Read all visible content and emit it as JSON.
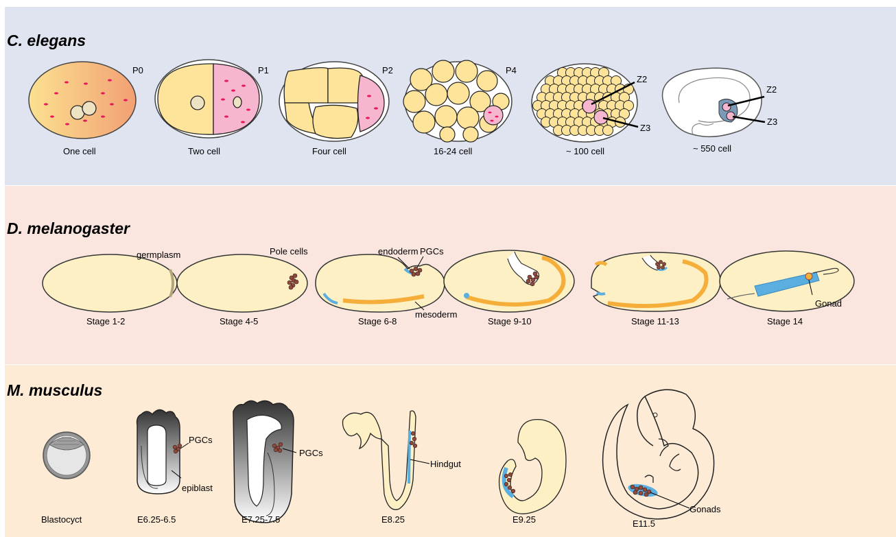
{
  "panels": {
    "celegans": {
      "title": "C. elegans",
      "stages": [
        "One cell",
        "Two cell",
        "Four cell",
        "16-24 cell",
        "~ 100 cell",
        "~ 550 cell"
      ],
      "cell_labels": [
        "P0",
        "P1",
        "P2",
        "P4",
        "Z2",
        "Z3",
        "Z2",
        "Z3"
      ]
    },
    "dmel": {
      "title": "D. melanogaster",
      "stages": [
        "Stage 1-2",
        "Stage 4-5",
        "Stage 6-8",
        "Stage 9-10",
        "Stage 11-13",
        "Stage 14"
      ],
      "annotations": {
        "germplasm": "germplasm",
        "pole_cells": "Pole cells",
        "endoderm": "endoderm",
        "pgcs": "PGCs",
        "mesoderm": "mesoderm",
        "gonad": "Gonad"
      }
    },
    "mouse": {
      "title": "M. musculus",
      "stages": [
        "Blastocyct",
        "E6.25-6.5",
        "E7.25-7.5",
        "E8.25",
        "E9.25",
        "E11.5"
      ],
      "annotations": {
        "pgcs_1": "PGCs",
        "epiblast": "epiblast",
        "pgcs_2": "PGCs",
        "hindgut": "Hindgut",
        "gonads": "Gonads"
      }
    }
  },
  "colors": {
    "celegans_bg": "#dfe4f0",
    "dmel_bg": "#fbe6df",
    "mouse_bg": "#fdebd5",
    "yolk": "#fde49a",
    "germ_pink": "#f7b6cf",
    "granule": "#e8185f",
    "mesoderm": "#f5ae3a",
    "gut_blue": "#5aaee0",
    "pgc_brown": "#8e4a3e"
  }
}
